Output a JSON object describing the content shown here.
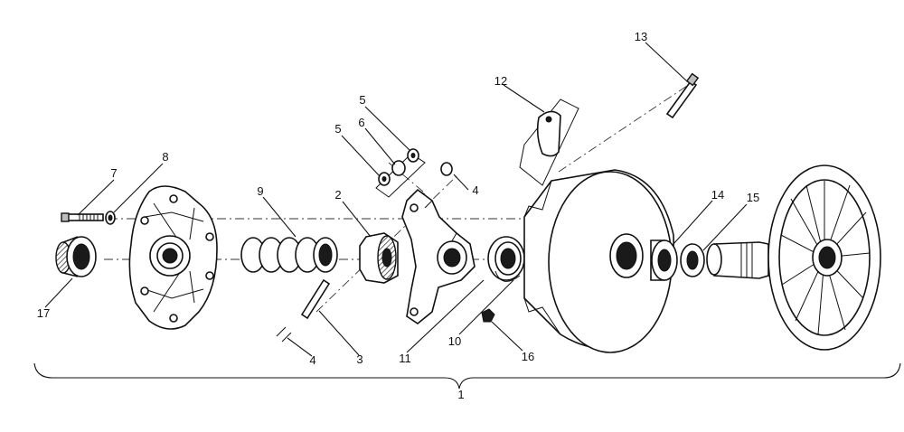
{
  "callouts": {
    "c1": "1",
    "c2": "2",
    "c3": "3",
    "c4a": "4",
    "c4b": "4",
    "c5a": "5",
    "c5b": "5",
    "c6": "6",
    "c7": "7",
    "c8": "8",
    "c9": "9",
    "c10": "10",
    "c11": "11",
    "c12": "12",
    "c13": "13",
    "c14": "14",
    "c15": "15",
    "c16": "16",
    "c17": "17"
  }
}
